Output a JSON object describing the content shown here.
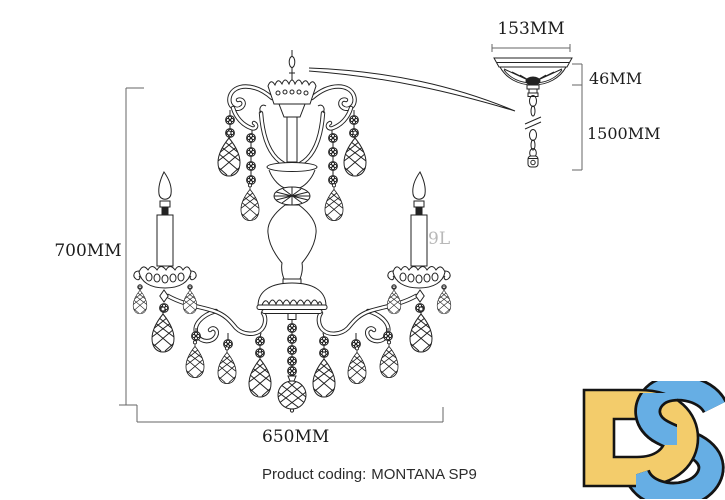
{
  "page": {
    "background": "#ffffff"
  },
  "drawing": {
    "subject": "crystal chandelier technical line drawing",
    "line_color": "#222222",
    "dim_line_color": "#666666",
    "lamp_count_color": "#b8b8b8"
  },
  "dimensions": {
    "fixture_height": "700MM",
    "fixture_width": "650MM",
    "canopy_width": "153MM",
    "canopy_height": "46MM",
    "chain_length": "1500MM",
    "lamp_count": "9L"
  },
  "footer": {
    "product_coding_label": "Product coding:",
    "product_coding_value": "MONTANA SP9"
  },
  "logo": {
    "text": "DS",
    "d_color": "#F3CC6B",
    "s_color": "#66AEE4",
    "outline_color": "#141414"
  }
}
